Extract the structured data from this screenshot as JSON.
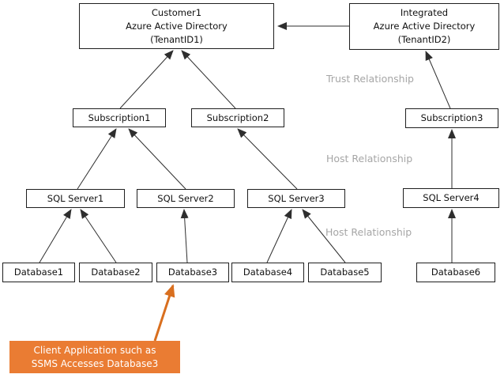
{
  "nodes": {
    "tenant1": {
      "line1": "Customer1",
      "line2": "Azure Active Directory",
      "line3": "(TenantID1)"
    },
    "tenant2": {
      "line1": "Integrated",
      "line2": "Azure Active Directory",
      "line3": "(TenantID2)"
    },
    "subscription1": {
      "label": "Subscription1"
    },
    "subscription2": {
      "label": "Subscription2"
    },
    "subscription3": {
      "label": "Subscription3"
    },
    "sqlserver1": {
      "label": "SQL Server1"
    },
    "sqlserver2": {
      "label": "SQL Server2"
    },
    "sqlserver3": {
      "label": "SQL Server3"
    },
    "sqlserver4": {
      "label": "SQL Server4"
    },
    "database1": {
      "label": "Database1"
    },
    "database2": {
      "label": "Database2"
    },
    "database3": {
      "label": "Database3"
    },
    "database4": {
      "label": "Database4"
    },
    "database5": {
      "label": "Database5"
    },
    "database6": {
      "label": "Database6"
    }
  },
  "annotations": {
    "trust_relationship": "Trust Relationship",
    "host_relationship_1": "Host Relationship",
    "host_relationship_2": "Host Relationship"
  },
  "callout": {
    "line1": "Client Application such as",
    "line2": "SSMS Accesses Database3"
  },
  "colors": {
    "line_black": "#2e2e2e",
    "muted_gray": "#a6a6a6",
    "callout_orange": "#ea7c33",
    "arrow_orange": "#d96f1f"
  }
}
